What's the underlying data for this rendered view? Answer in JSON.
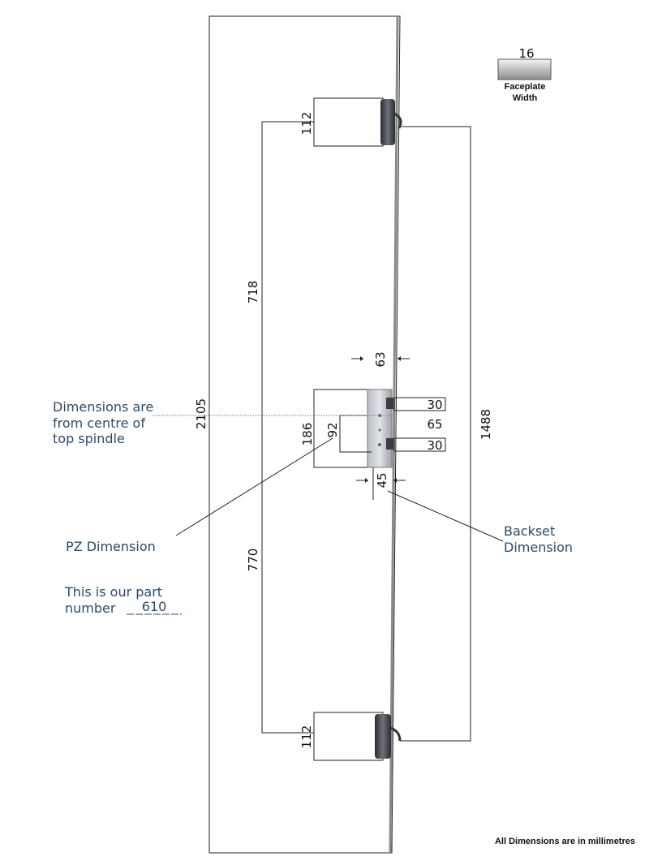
{
  "dimensions": {
    "top_hook_height": "112",
    "top_to_spindle": "718",
    "overall_length": "2105",
    "gearbox_height": "186",
    "pz": "92",
    "spindle_to_bottom": "770",
    "bottom_hook_height": "112",
    "hook_centres": "1488",
    "backset_width": "63",
    "backset": "45",
    "upper_bolt": "30",
    "lower_bolt": "30",
    "bolt_centres": "65",
    "faceplate_width": "16"
  },
  "labels": {
    "faceplate_line1": "Faceplate",
    "faceplate_line2": "Width",
    "spindle_note_1": "Dimensions are",
    "spindle_note_2": "from centre of",
    "spindle_note_3": "top spindle",
    "pz_label": "PZ Dimension",
    "backset_label_1": "Backset",
    "backset_label_2": "Dimension",
    "part_line_1": "This is our part",
    "part_line_2_prefix": "number",
    "part_number": "610",
    "footer": "All Dimensions are in millimetres"
  },
  "colors": {
    "text_note": "#2d4a6b",
    "spindle_line": "#5a7fb5",
    "metal_dark": "#3a3d45",
    "metal_light": "#c7cad0"
  }
}
